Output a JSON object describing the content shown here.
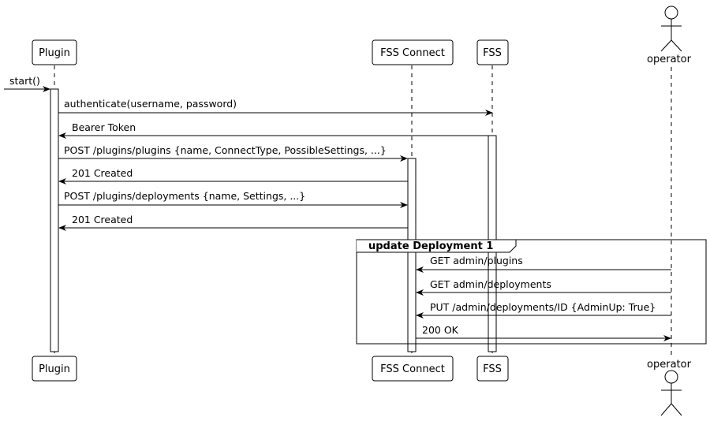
{
  "participants": {
    "plugin": "Plugin",
    "fss_connect": "FSS Connect",
    "fss": "FSS",
    "operator": "operator"
  },
  "messages": {
    "start": "start()",
    "authenticate": "authenticate(username, password)",
    "bearer_token": "Bearer Token",
    "post_plugins": "POST /plugins/plugins {name, ConnectType, PossibleSettings, ...}",
    "created_1": "201 Created",
    "post_deployments": "POST /plugins/deployments {name, Settings, ...}",
    "created_2": "201 Created",
    "get_plugins": "GET admin/plugins",
    "get_deployments": "GET admin/deployments",
    "put_deployment": "PUT /admin/deployments/ID {AdminUp: True}",
    "ok_200": "200 OK"
  },
  "frame": {
    "title": "update Deployment 1"
  }
}
